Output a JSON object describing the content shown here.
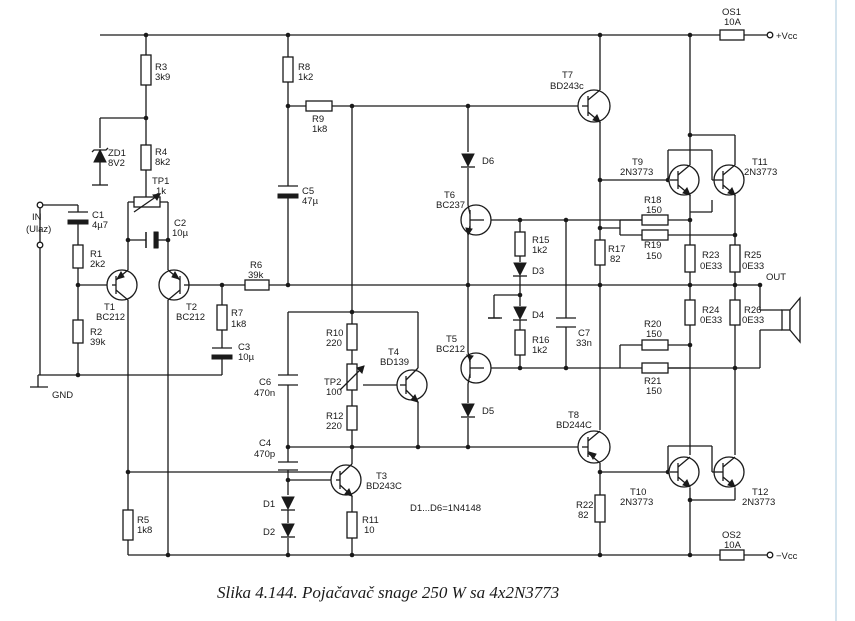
{
  "caption": "Slika 4.144. Pojačavač snage 250 W sa 4x2N3773",
  "note": "D1...D6=1N4148",
  "rails": {
    "vcc_pos": "+Vcc",
    "vcc_neg": "−Vcc",
    "out": "OUT",
    "gnd": "GND",
    "in": "IN",
    "in_sub": "(Ulaz)"
  },
  "components": {
    "R1": {
      "name": "R1",
      "value": "2k2"
    },
    "R2": {
      "name": "R2",
      "value": "39k"
    },
    "R3": {
      "name": "R3",
      "value": "3k9"
    },
    "R4": {
      "name": "R4",
      "value": "8k2"
    },
    "R5": {
      "name": "R5",
      "value": "1k8"
    },
    "R6": {
      "name": "R6",
      "value": "39k"
    },
    "R7": {
      "name": "R7",
      "value": "1k8"
    },
    "R8": {
      "name": "R8",
      "value": "1k2"
    },
    "R9": {
      "name": "R9",
      "value": "1k8"
    },
    "R10": {
      "name": "R10",
      "value": "220"
    },
    "R11": {
      "name": "R11",
      "value": "10"
    },
    "R12": {
      "name": "R12",
      "value": "220"
    },
    "R15": {
      "name": "R15",
      "value": "1k2"
    },
    "R16": {
      "name": "R16",
      "value": "1k2"
    },
    "R17": {
      "name": "R17",
      "value": "82"
    },
    "R18": {
      "name": "R18",
      "value": "150"
    },
    "R19": {
      "name": "R19",
      "value": "150"
    },
    "R20": {
      "name": "R20",
      "value": "150"
    },
    "R21": {
      "name": "R21",
      "value": "150"
    },
    "R22": {
      "name": "R22",
      "value": "82"
    },
    "R23": {
      "name": "R23",
      "value": "0E33"
    },
    "R24": {
      "name": "R24",
      "value": "0E33"
    },
    "R25": {
      "name": "R25",
      "value": "0E33"
    },
    "R26": {
      "name": "R26",
      "value": "0E33"
    },
    "C1": {
      "name": "C1",
      "value": "4µ7"
    },
    "C2": {
      "name": "C2",
      "value": "10µ"
    },
    "C3": {
      "name": "C3",
      "value": "10µ"
    },
    "C4": {
      "name": "C4",
      "value": "470p"
    },
    "C5": {
      "name": "C5",
      "value": "47µ"
    },
    "C6": {
      "name": "C6",
      "value": "470n"
    },
    "C7": {
      "name": "C7",
      "value": "33n"
    },
    "TP1": {
      "name": "TP1",
      "value": "1k"
    },
    "TP2": {
      "name": "TP2",
      "value": "100"
    },
    "ZD1": {
      "name": "ZD1",
      "value": "8V2"
    },
    "T1": {
      "name": "T1",
      "value": "BC212"
    },
    "T2": {
      "name": "T2",
      "value": "BC212"
    },
    "T3": {
      "name": "T3",
      "value": "BD243C"
    },
    "T4": {
      "name": "T4",
      "value": "BD139"
    },
    "T5": {
      "name": "T5",
      "value": "BC212"
    },
    "T6": {
      "name": "T6",
      "value": "BC237"
    },
    "T7": {
      "name": "T7",
      "value": "BD243c"
    },
    "T8": {
      "name": "T8",
      "value": "BD244C"
    },
    "T9": {
      "name": "T9",
      "value": "2N3773"
    },
    "T10": {
      "name": "T10",
      "value": "2N3773"
    },
    "T11": {
      "name": "T11",
      "value": "2N3773"
    },
    "T12": {
      "name": "T12",
      "value": "2N3773"
    },
    "D1": {
      "name": "D1"
    },
    "D2": {
      "name": "D2"
    },
    "D3": {
      "name": "D3"
    },
    "D4": {
      "name": "D4"
    },
    "D5": {
      "name": "D5"
    },
    "D6": {
      "name": "D6"
    },
    "OS1": {
      "name": "OS1",
      "value": "10A"
    },
    "OS2": {
      "name": "OS2",
      "value": "10A"
    }
  }
}
